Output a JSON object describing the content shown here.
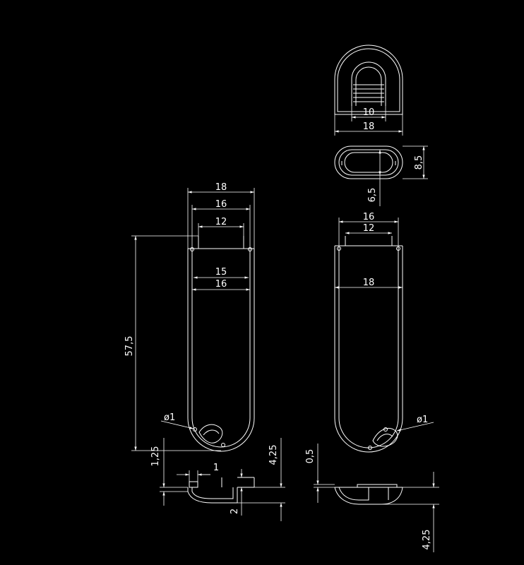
{
  "drawing": {
    "background": "#000000",
    "line_color": "#ffffff",
    "top_view": {
      "dims": [
        "10",
        "18"
      ]
    },
    "end_view": {
      "dims": [
        "8,5",
        "6,5"
      ]
    },
    "left_view": {
      "dims": [
        "18",
        "16",
        "12",
        "15",
        "16",
        "57,5",
        "ø1"
      ]
    },
    "right_view": {
      "dims": [
        "16",
        "12",
        "18",
        "ø1"
      ]
    },
    "left_section": {
      "dims": [
        "1,25",
        "1",
        "4,25",
        "2"
      ]
    },
    "right_section": {
      "dims": [
        "0,5",
        "4,25"
      ]
    }
  }
}
